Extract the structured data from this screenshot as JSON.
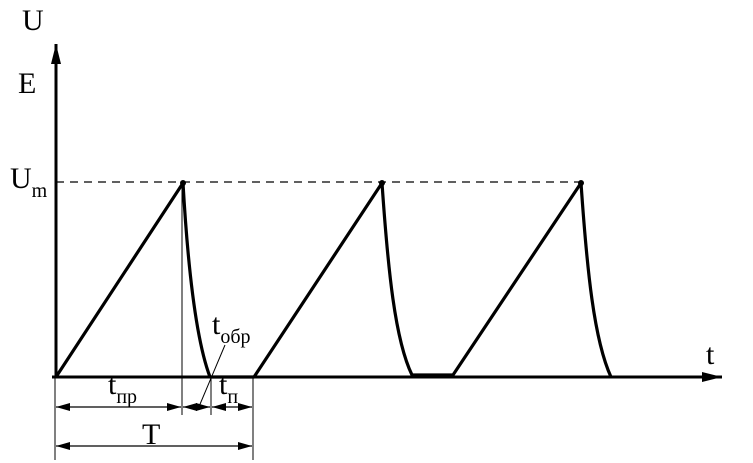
{
  "labels": {
    "u_axis": "U",
    "t_axis": "t",
    "e_level": "E",
    "um_main": "U",
    "um_sub": "m",
    "t_obr_main": "t",
    "t_obr_sub": "обр",
    "t_pr_main": "t",
    "t_pr_sub": "пр",
    "t_p_main": "t",
    "t_p_sub": "п",
    "period": "T"
  },
  "colors": {
    "stroke": "#000000",
    "background": "#ffffff"
  }
}
